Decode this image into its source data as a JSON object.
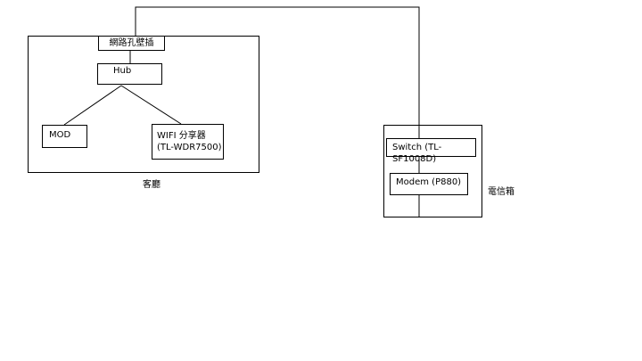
{
  "diagram": {
    "nodes": {
      "wall_jack": "網路孔壁插",
      "hub": "Hub",
      "mod": "MOD",
      "wifi_line1": "WIFI 分享器",
      "wifi_line2": "(TL-WDR7500)",
      "switch": "Switch (TL-SF1008D)",
      "modem": "Modem (P880)"
    },
    "groups": {
      "living_room": "客廳",
      "telecom_box": "電信箱"
    },
    "edges": [
      [
        "wall_jack",
        "hub"
      ],
      [
        "hub",
        "mod"
      ],
      [
        "hub",
        "wifi"
      ],
      [
        "wall_jack",
        "switch"
      ],
      [
        "switch",
        "modem"
      ]
    ]
  }
}
